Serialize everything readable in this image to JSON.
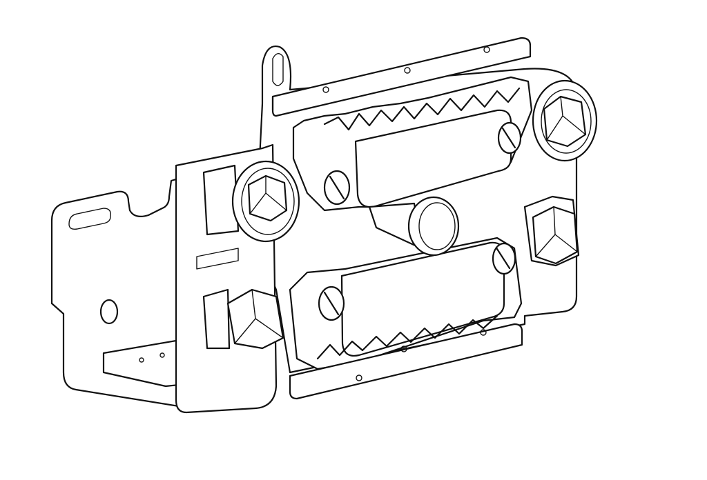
{
  "drawing": {
    "style": "isometric line drawing",
    "line_color": "#111111",
    "background_color": "#ffffff",
    "parts": [
      "left-bracket",
      "main-plate",
      "back-plate",
      "top-bar",
      "bottom-bar",
      "upper-chain",
      "lower-chain",
      "hex-bolts",
      "center-pin"
    ]
  }
}
